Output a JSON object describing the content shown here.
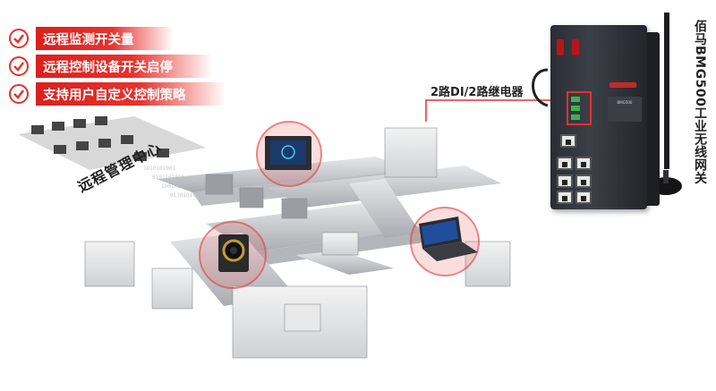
{
  "features": [
    {
      "text": "远程监测开关量"
    },
    {
      "text": "远程控制设备开关启停"
    },
    {
      "text": "支持用户自定义控制策略"
    }
  ],
  "labels": {
    "remote_center": "远程管理中心",
    "io_label": "2路DI/2路继电器",
    "device_name": "佰马BMG500工业无线网关"
  },
  "device_plate": "BMG500",
  "colors": {
    "accent": "#e2322f",
    "device": "#2e3138"
  },
  "icons": [
    "check-icon",
    "antenna-icon",
    "ethernet-port-icon"
  ]
}
